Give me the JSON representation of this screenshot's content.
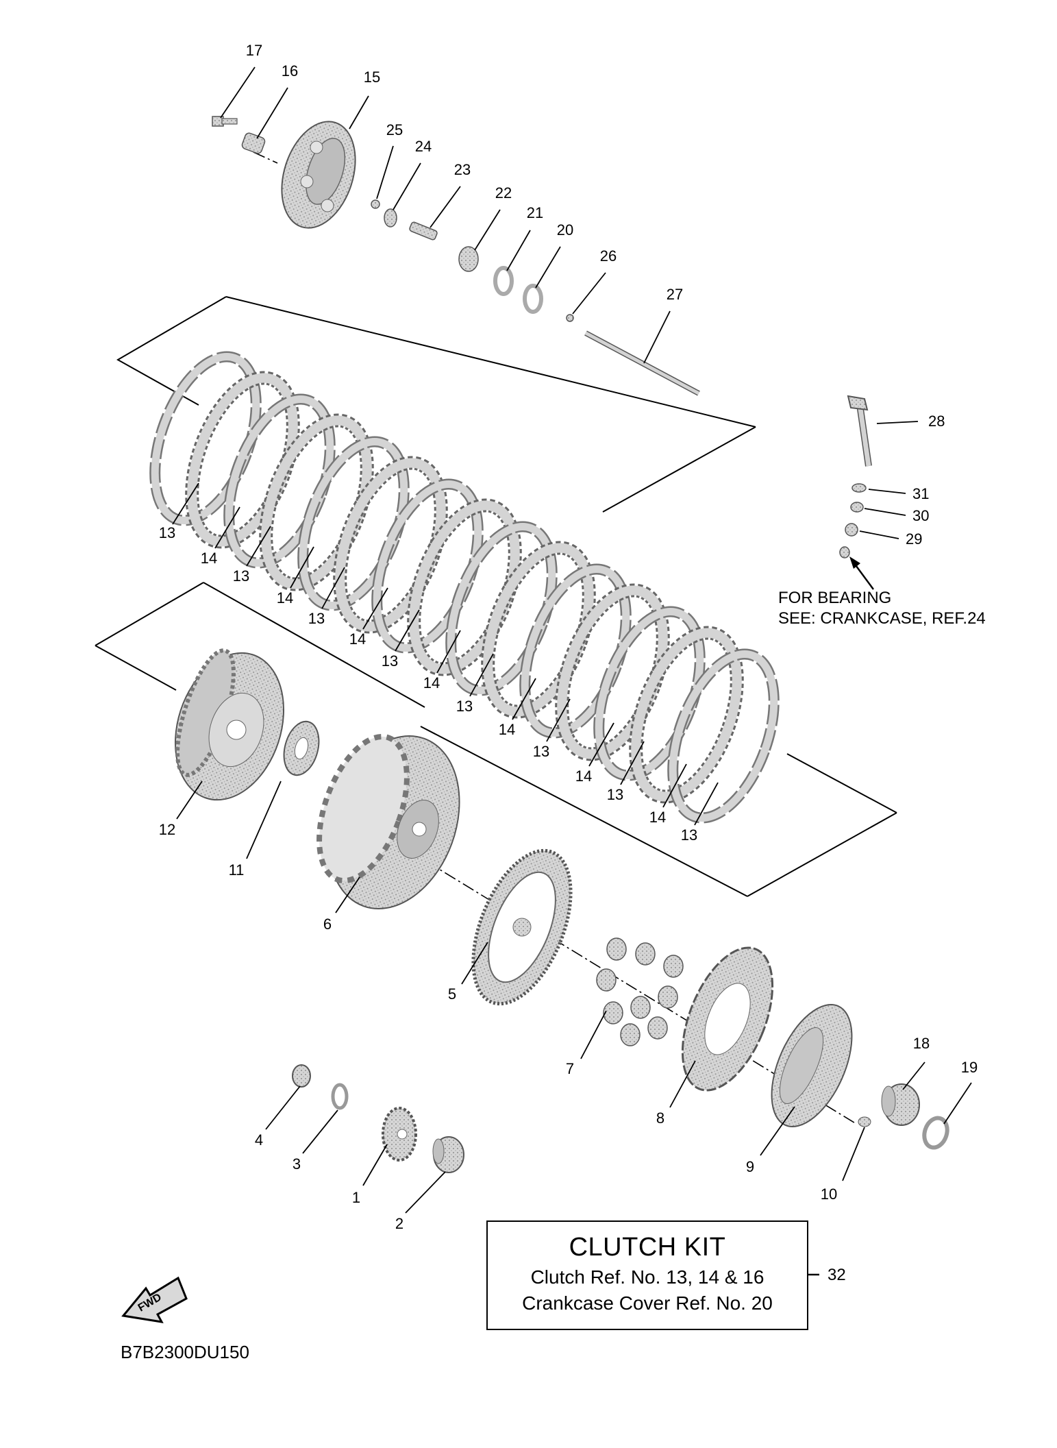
{
  "diagram_code": "B7B2300DU150",
  "bearing_note": {
    "line1": "FOR BEARING",
    "line2": "SEE: CRANKCASE, REF.24"
  },
  "kit_box": {
    "title": "CLUTCH KIT",
    "line1": "Clutch Ref. No. 13, 14 & 16",
    "line2": "Crankcase Cover Ref. No. 20",
    "ref_number": "32"
  },
  "fwd_label": "FWD",
  "callouts": [
    "1",
    "2",
    "3",
    "4",
    "5",
    "6",
    "7",
    "8",
    "9",
    "10",
    "11",
    "12",
    "13",
    "14",
    "15",
    "16",
    "17",
    "18",
    "19",
    "20",
    "21",
    "22",
    "23",
    "24",
    "25",
    "26",
    "27",
    "28",
    "29",
    "30",
    "31"
  ],
  "plate_labels": [
    "13",
    "14",
    "13",
    "14",
    "13",
    "14",
    "13",
    "14",
    "13",
    "14",
    "13",
    "14",
    "13",
    "14",
    "13"
  ],
  "colors": {
    "part_fill": "#cfcfcf",
    "part_stroke": "#555555",
    "line": "#000000"
  }
}
